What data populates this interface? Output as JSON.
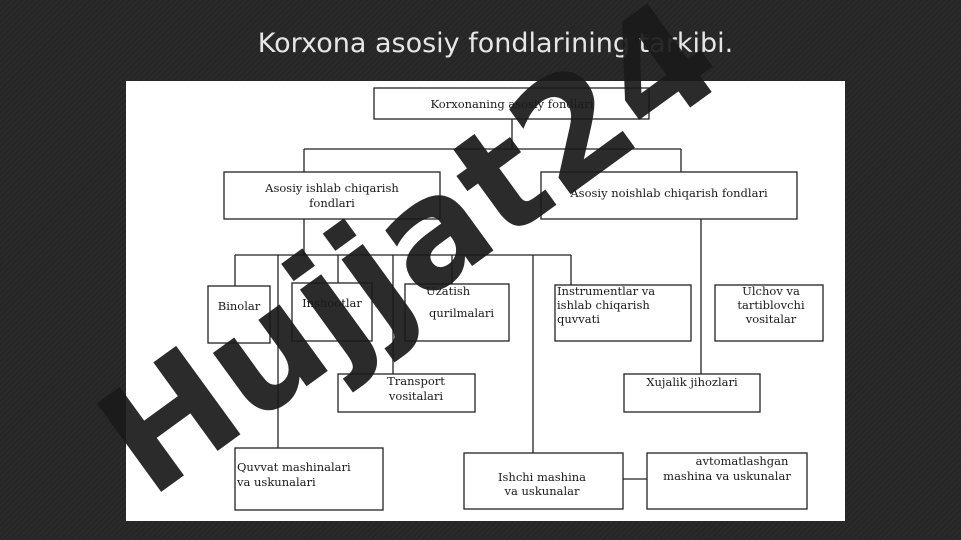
{
  "slide": {
    "title": "Korxona asosiy fondlarining tarkibi."
  },
  "diagram": {
    "root": "Korxonaning asosiy fondlari",
    "left_branch": [
      "Asosiy ishlab chiqarish",
      "fondlari"
    ],
    "right_branch": "Asosiy noishlab chiqarish fondlari",
    "binolar": "Binolar",
    "inshootlar": "Inshootlar",
    "uzatish": [
      "Uzatish",
      "qurilmalari"
    ],
    "instrumentlar": [
      "Instrumentlar va",
      "ishlab chiqarish",
      "quvvati"
    ],
    "ulchov": [
      "Ulchov va",
      "tartiblovchi",
      "vositalar"
    ],
    "transport": [
      "Transport",
      "vositalari"
    ],
    "xujalik": "Xujalik jihozlari",
    "quvvat": [
      "Quvvat mashinalari",
      "va uskunalari"
    ],
    "ishchi": [
      "Ishchi mashina",
      "va uskunalar"
    ],
    "avtomat": [
      "avtomatlashgan",
      "mashina va uskunalar"
    ]
  },
  "watermark": {
    "text": "Hujjat24",
    "color": "#c9c9c9",
    "accent_color": "#c9b8f0"
  }
}
